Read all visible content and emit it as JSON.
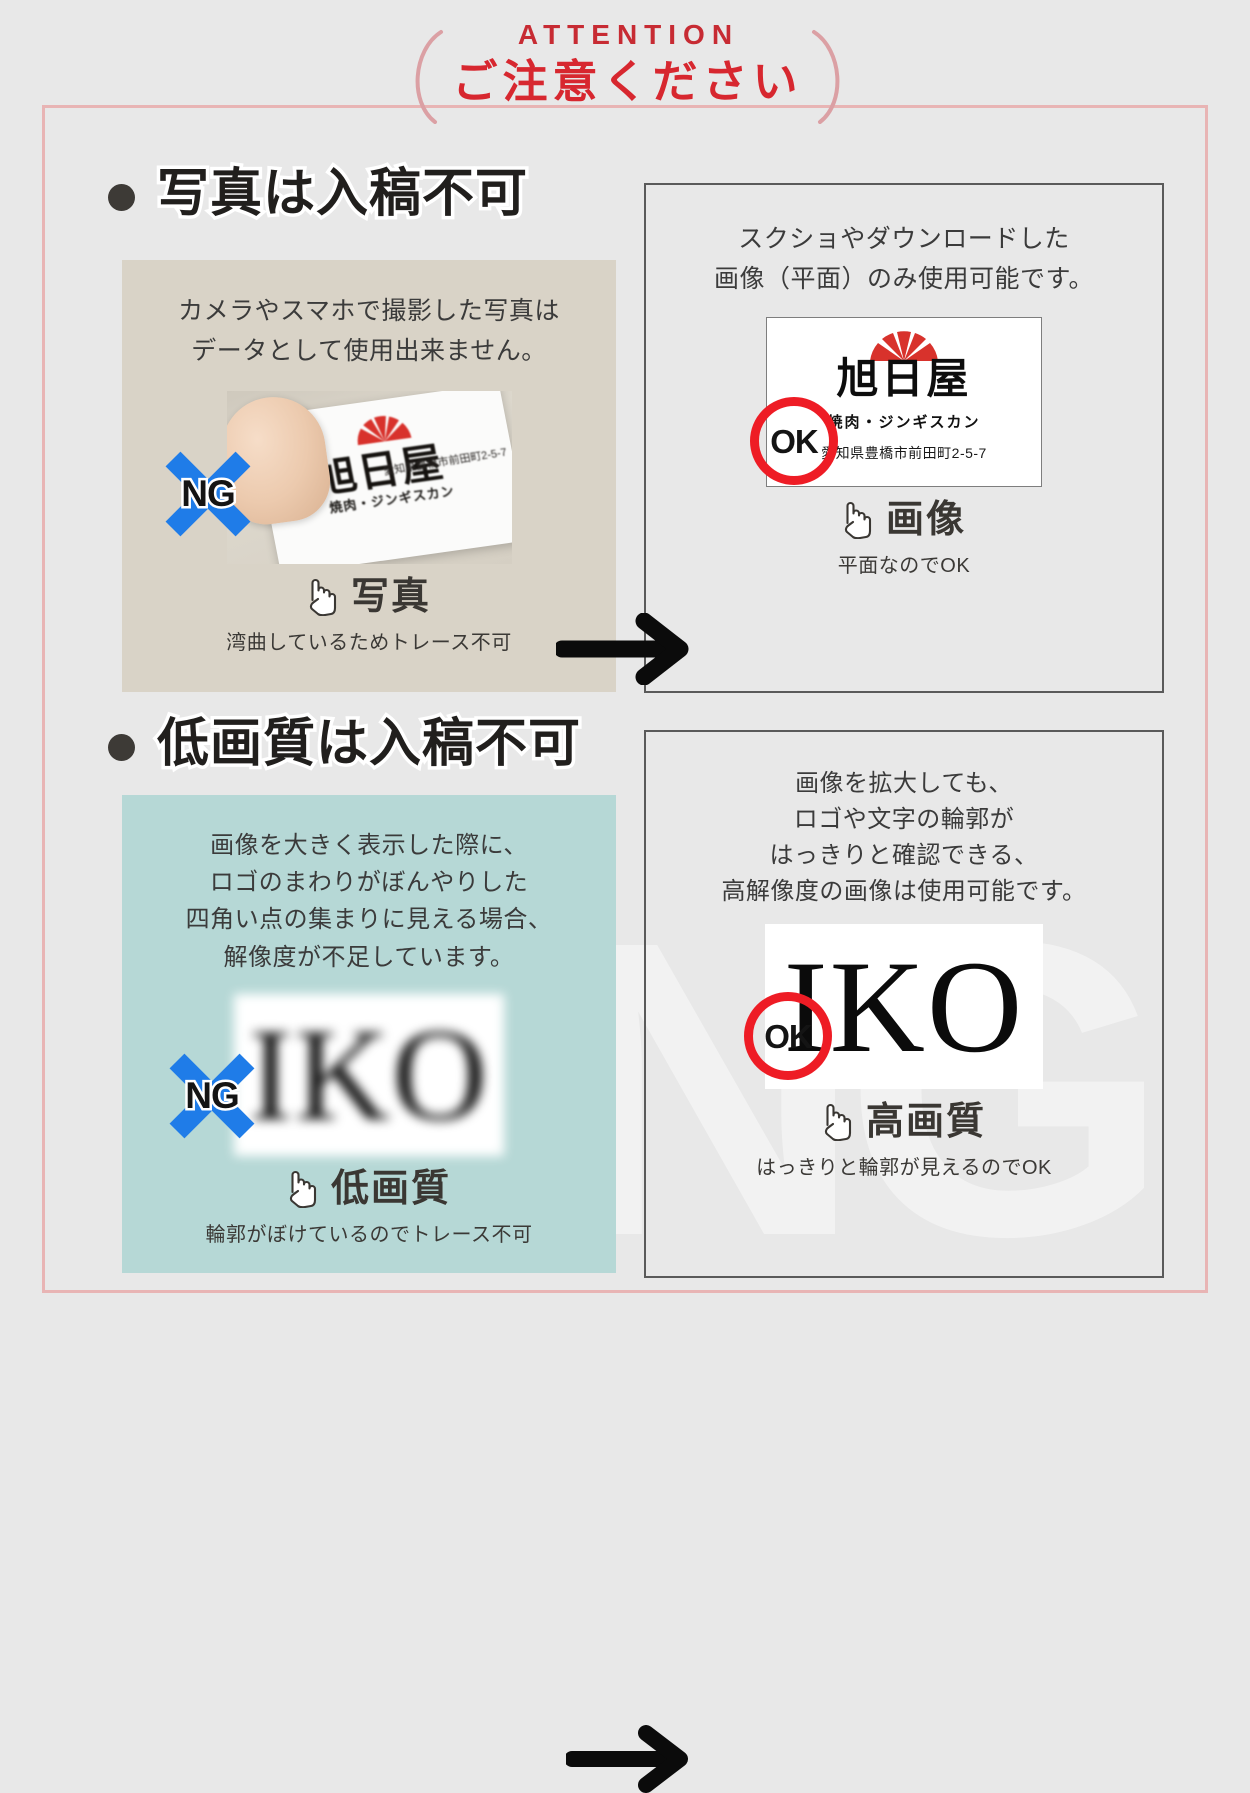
{
  "header": {
    "eyebrow": "ATTENTION",
    "title": "ご注意ください",
    "accent_color": "#c72b33"
  },
  "sections": [
    {
      "id": "photo",
      "heading": "写真は入稿不可",
      "bad": {
        "panel_color": "#d9d3c7",
        "description": "カメラやスマホで撮影した写真は\nデータとして使用出来ません。",
        "description_line1": "カメラやスマホで撮影した写真は",
        "description_line2": "データとして使用出来ません。",
        "badge": "NG",
        "badge_color": "#1f7ce8",
        "caption": "写真",
        "subcaption": "湾曲しているためトレース不可",
        "card": {
          "name": "旭日屋",
          "sub": "焼肉・ジンギスカン",
          "address": "愛知県豊橋市前田町2-5-7"
        }
      },
      "good": {
        "description_line1": "スクショやダウンロードした",
        "description_line2": "画像（平面）のみ使用可能です。",
        "badge": "OK",
        "badge_color": "#ee1c25",
        "caption": "画像",
        "subcaption": "平面なのでOK",
        "card": {
          "name": "旭日屋",
          "sub": "焼肉・ジンギスカン",
          "address": "愛知県豊橋市前田町2-5-7"
        }
      }
    },
    {
      "id": "resolution",
      "heading": "低画質は入稿不可",
      "bad": {
        "panel_color": "#b6d8d6",
        "description_line1": "画像を大きく表示した際に、",
        "description_line2": "ロゴのまわりがぼんやりした",
        "description_line3": "四角い点の集まりに見える場合、",
        "description_line4": "解像度が不足しています。",
        "badge": "NG",
        "badge_color": "#1f7ce8",
        "sample_text": "IKO",
        "caption": "低画質",
        "subcaption": "輪郭がぼけているのでトレース不可"
      },
      "good": {
        "description_line1": "画像を拡大しても、",
        "description_line2": "ロゴや文字の輪郭が",
        "description_line3": "はっきりと確認できる、",
        "description_line4": "高解像度の画像は使用可能です。",
        "badge": "OK",
        "badge_color": "#ee1c25",
        "sample_text": "IKO",
        "caption": "高画質",
        "subcaption": "はっきりと輪郭が見えるのでOK"
      }
    }
  ],
  "watermark": "NG",
  "icons": {
    "hand": "pointing-hand-icon",
    "arrow": "right-arrow-icon",
    "bracket_left": "left-bracket-icon",
    "bracket_right": "right-bracket-icon"
  }
}
